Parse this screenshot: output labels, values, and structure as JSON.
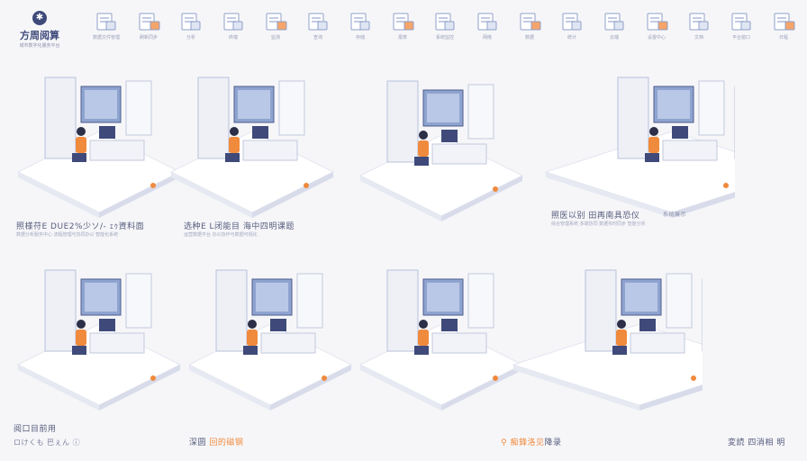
{
  "logo": {
    "title": "方周阅算",
    "subtitle": "城市数字化服务平台"
  },
  "colors": {
    "accent": "#f08a3c",
    "primary": "#3f4a7a",
    "panel": "#7e93c2",
    "platform": "#ffffff",
    "background": "#f6f6f9"
  },
  "top_icons": [
    {
      "icon": "document-server-icon",
      "label": "数据文件管理"
    },
    {
      "icon": "refresh-tablet-icon",
      "label": "刷新同步"
    },
    {
      "icon": "form-icon",
      "label": "分析"
    },
    {
      "icon": "laptop-icon",
      "label": "终端"
    },
    {
      "icon": "gauge-icon",
      "label": "监测"
    },
    {
      "icon": "search-icon",
      "label": "查询"
    },
    {
      "icon": "box-icon",
      "label": "存储"
    },
    {
      "icon": "chart-icon",
      "label": "报表"
    },
    {
      "icon": "monitor-icon",
      "label": "系统监控"
    },
    {
      "icon": "browser-icon",
      "label": "网络"
    },
    {
      "icon": "database-icon",
      "label": "数据"
    },
    {
      "icon": "table-icon",
      "label": "统计"
    },
    {
      "icon": "cloud-icon",
      "label": "云端"
    },
    {
      "icon": "settings-icon",
      "label": "设置中心"
    },
    {
      "icon": "book-icon",
      "label": "文档"
    },
    {
      "icon": "window-icon",
      "label": "平台窗口"
    },
    {
      "icon": "calendar-icon",
      "label": "日程"
    }
  ],
  "captions": {
    "row1_left": {
      "title": "照様苻E DUE2%少ソ/- ｪｩ資料面",
      "body": "数据分析服务中心 流程管理与协同办公 智能化系统"
    },
    "row1_mid": {
      "title": "选种E L闭能目 海中四明课题",
      "body": "运营数据平台 办公协作与数据可视化"
    },
    "row1_right": {
      "title": "照医以别 田再南具恐仪",
      "tag": "系统展示",
      "body": "综合管理系统 多端协同 数据实时同步 智能分析"
    },
    "bottom_left_title": "阅口目前用",
    "bottom_left_sub": "ロけくも 巴ぇん",
    "bottom_2_a": "深圆",
    "bottom_2_b": "回的磁钢",
    "bottom_3_a": "痴鋒洛见",
    "bottom_3_b": "降录",
    "bottom_4": "変読 四消相 明"
  }
}
